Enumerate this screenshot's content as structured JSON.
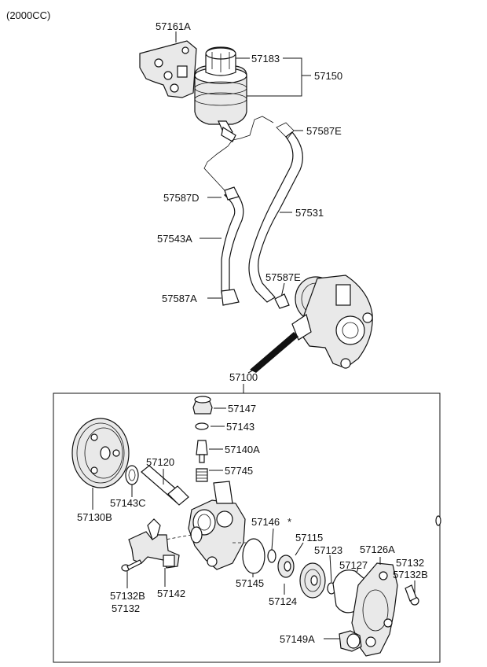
{
  "header": {
    "variant": "(2000CC)"
  },
  "labels": {
    "p57161A": "57161A",
    "p57183": "57183",
    "p57150": "57150",
    "p57587E_top": "57587E",
    "p57587D": "57587D",
    "p57531": "57531",
    "p57543A": "57543A",
    "p57587E_mid": "57587E",
    "p57587A": "57587A",
    "p57100": "57100",
    "p57147": "57147",
    "p57143": "57143",
    "p57140A": "57140A",
    "p57745": "57745",
    "p57120": "57120",
    "p57143C": "57143C",
    "p57130B": "57130B",
    "p57146": "57146",
    "p57115": "57115",
    "p57123": "57123",
    "p57126A": "57126A",
    "p57127": "57127",
    "p57132_right": "57132",
    "p57132B_right": "57132B",
    "p57145": "57145",
    "p57124": "57124",
    "p57132B_left": "57132B",
    "p57132_left": "57132",
    "p57142": "57142",
    "p57149A": "57149A"
  }
}
